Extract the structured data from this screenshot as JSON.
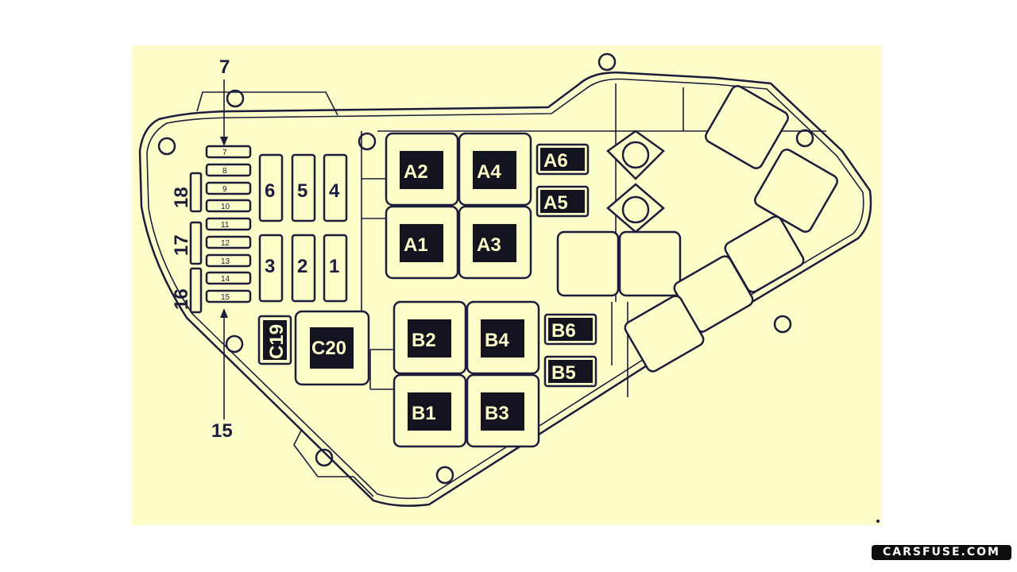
{
  "callouts": {
    "top": "7",
    "bottom": "15"
  },
  "mini_fuses": [
    "7",
    "8",
    "9",
    "10",
    "11",
    "12",
    "13",
    "14",
    "15"
  ],
  "side_fuses": [
    "18",
    "17",
    "16"
  ],
  "large_fuses": {
    "top": [
      "6",
      "5",
      "4"
    ],
    "bottom": [
      "3",
      "2",
      "1"
    ]
  },
  "relays_a": {
    "a2": "A2",
    "a4": "A4",
    "a1": "A1",
    "a3": "A3",
    "a6": "A6",
    "a5": "A5"
  },
  "relays_b": {
    "b2": "B2",
    "b4": "B4",
    "b1": "B1",
    "b3": "B3",
    "b6": "B6",
    "b5": "B5"
  },
  "relays_c": {
    "c19": "C19",
    "c20": "C20"
  },
  "watermark": "CARSFUSE.COM"
}
